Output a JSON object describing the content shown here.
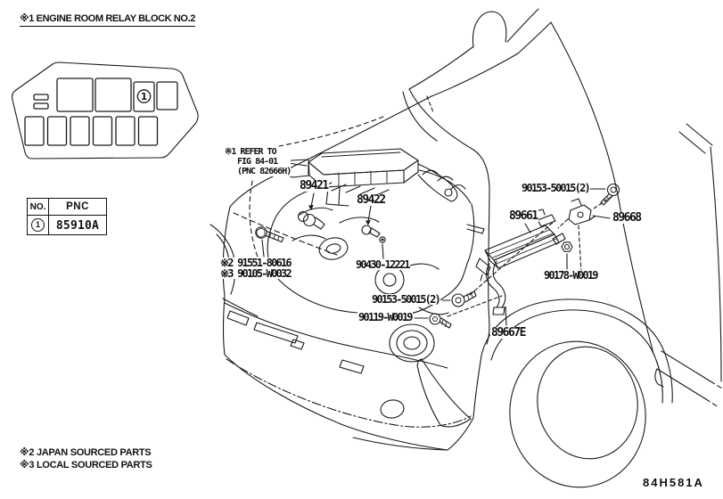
{
  "figure": {
    "code": "84H581A",
    "title_note": "※1 ENGINE ROOM RELAY BLOCK NO.2",
    "refer_note": {
      "line1": "※1 REFER TO",
      "line2": "FIG 84-01",
      "line3": "(PNC 82666H)"
    },
    "footnotes": {
      "japan": "※2 JAPAN SOURCED PARTS",
      "local": "※3 LOCAL SOURCED PARTS"
    }
  },
  "relay_block": {
    "slot_no": "1"
  },
  "table": {
    "col_no": "NO.",
    "col_pnc": "PNC",
    "row_no": "1",
    "row_pnc": "85910A"
  },
  "parts": {
    "p89421": "89421",
    "p89422": "89422",
    "p90153_top": "90153-50015(2)",
    "p89661": "89661",
    "p89668": "89668",
    "p90178": "90178-W0019",
    "p89667e": "89667E",
    "p91551": "※2 91551-80616",
    "p90105": "※3 90105-W0032",
    "p90430": "90430-12221",
    "p90153_mid": "90153-50015(2)",
    "p90119": "90119-W0019"
  },
  "colors": {
    "line": "#1a1a1a",
    "background": "#ffffff"
  }
}
